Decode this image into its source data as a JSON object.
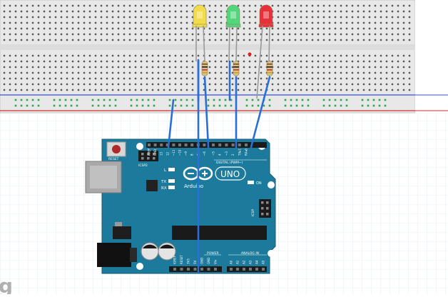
{
  "board": {
    "reset_label": "RESET",
    "icsp2_label": "ICSP2",
    "icsp_label": "ICSP",
    "l_label": "L",
    "tx_label": "TX",
    "rx_label": "RX",
    "on_label": "ON",
    "logo_text": "Arduino",
    "model_text": "UNO",
    "digital_label": "DIGITAL (PWM~)",
    "power_label": "POWER",
    "analog_label": "ANALOG IN",
    "top_header_pins": [
      "AREF",
      "GND",
      "13",
      "12",
      "~11",
      "~10",
      "~9",
      "8",
      "7",
      "~6",
      "~5",
      "4",
      "~3",
      "2",
      "TX▸1",
      "RX◂0"
    ],
    "power_pins": [
      "IOREF",
      "RESET",
      "3V3",
      "5V",
      "GND",
      "GND",
      "Vin"
    ],
    "analog_pins": [
      "A0",
      "A1",
      "A2",
      "A3",
      "A4",
      "A5"
    ]
  },
  "leds": [
    {
      "name": "led-yellow",
      "color": "#f2dc4c"
    },
    {
      "name": "led-green",
      "color": "#52d67c"
    },
    {
      "name": "led-red",
      "color": "#e8303a"
    }
  ],
  "colors": {
    "board": "#1c7b9c",
    "wire": "#2a6fd6",
    "breadboard": "#e9e9e9",
    "rail_hole": "#2ca44a",
    "resistor": "#d8c08a"
  },
  "watermark": "g"
}
